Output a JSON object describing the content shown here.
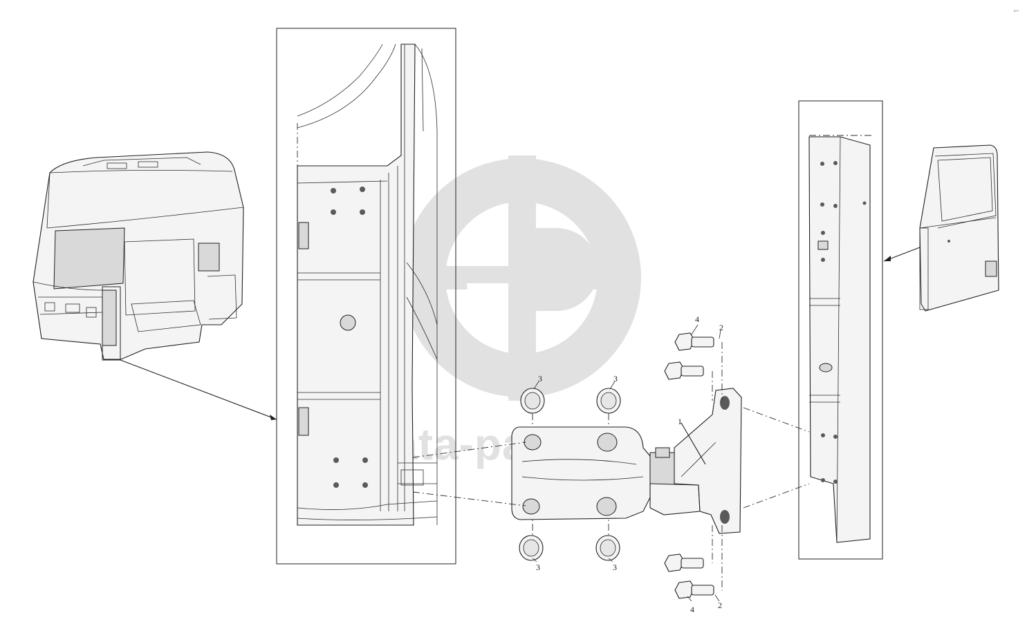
{
  "watermark": {
    "text": "data-parts",
    "logo": "gp-circle-logo",
    "color": "#c9c9c9"
  },
  "callouts": {
    "hinge": "1",
    "bolt_pin": "2",
    "washer": "3",
    "flange_bolt": "4"
  },
  "corner_mark": "º°°",
  "colors": {
    "line": "#1e1e1e",
    "part_fill": "#f4f4f4",
    "shade": "#d9d9d9"
  }
}
